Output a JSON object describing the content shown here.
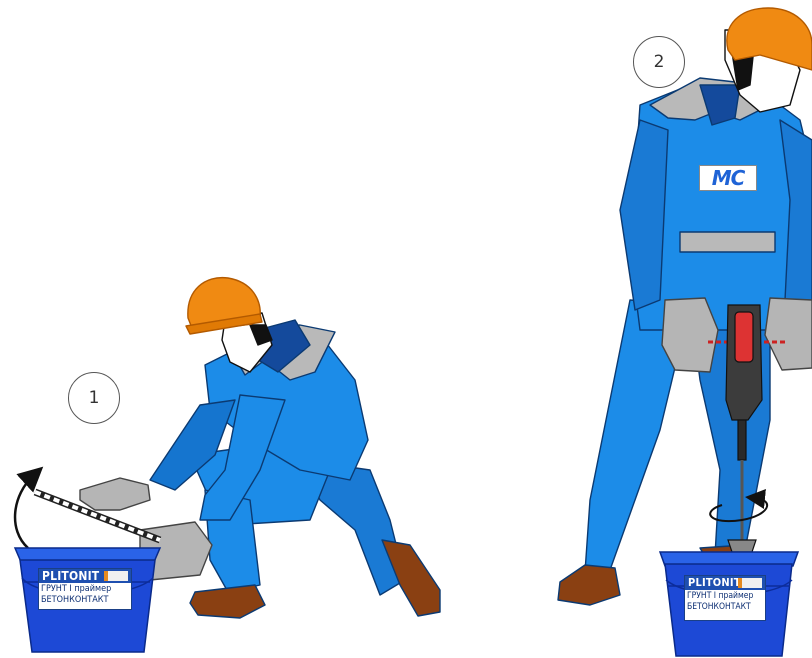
{
  "steps": {
    "step1": "1",
    "step2": "2"
  },
  "bucket1": {
    "brand": "PLITONIT",
    "line1": "ГРУНТ I праймер",
    "line2": "БЕТОНКОНТАКТ"
  },
  "bucket2": {
    "brand": "PLITONIT",
    "line1": "ГРУНТ I праймер",
    "line2": "БЕТОНКОНТАКТ"
  },
  "worker2": {
    "chest_logo": "MC"
  },
  "colors": {
    "overall_blue": "#1c8ce8",
    "overall_dark": "#0f4a8f",
    "helmet_orange": "#f08a12",
    "collar_gray": "#b9b9b9",
    "glove_gray": "#b5b5b5",
    "boot_brown": "#8a4012",
    "bucket_blue": "#1d49d6"
  }
}
